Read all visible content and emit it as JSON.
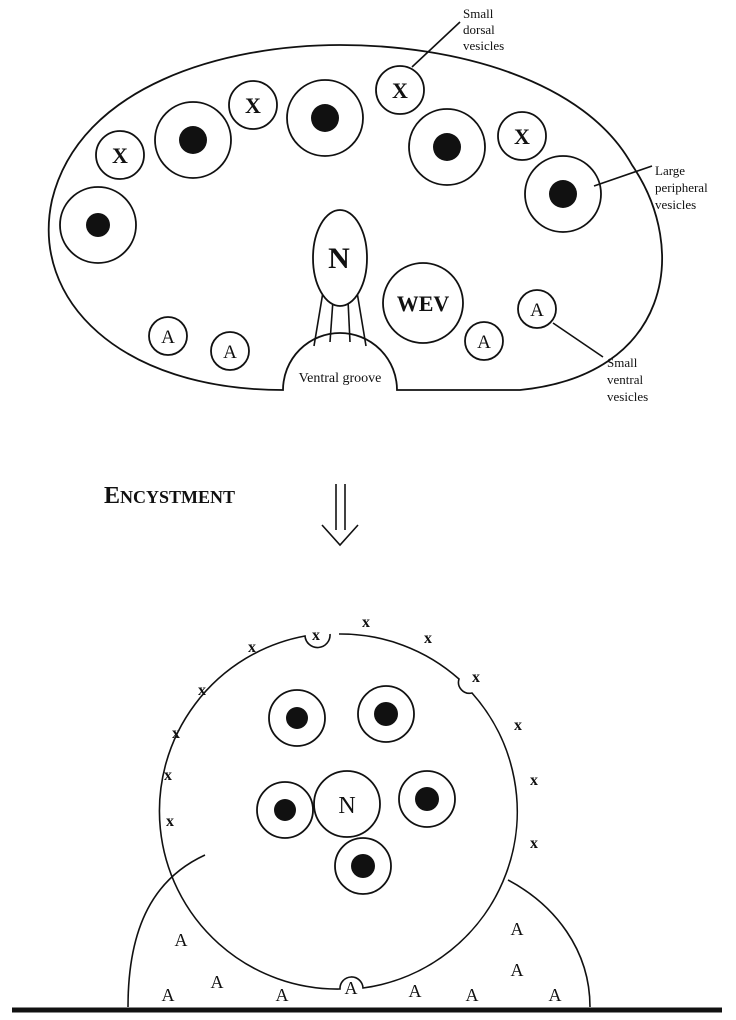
{
  "top_labels": {
    "nucleus": "N",
    "wev": "WEV",
    "ventral_groove": "Ventral groove",
    "x_mark": "X",
    "a_mark": "A",
    "small_dorsal": [
      "Small",
      "dorsal",
      "vesicles"
    ],
    "large_peripheral": [
      "Large",
      "peripheral",
      "vesicles"
    ],
    "small_ventral": [
      "Small",
      "ventral",
      "vesicles"
    ]
  },
  "process": {
    "label_first": "E",
    "label_rest": "NCYSTMENT"
  },
  "bottom_labels": {
    "nucleus": "N",
    "x_mark": "x",
    "a_mark": "A"
  }
}
